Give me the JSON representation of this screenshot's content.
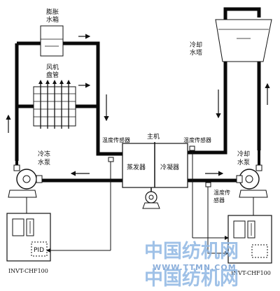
{
  "labels": {
    "expansion_tank": [
      "膨胀",
      "水箱"
    ],
    "fan_coil": [
      "风机",
      "盘管"
    ],
    "cooling_tower": [
      "冷却",
      "水塔"
    ],
    "chilled_pump": [
      "冷冻",
      "水泵"
    ],
    "cooling_pump": [
      "冷却",
      "水泵"
    ],
    "temp_sensor_left": "温度传感器",
    "temp_sensor_right": "温度传感器",
    "temp_sensor_bottom": [
      "温度传",
      "感器"
    ],
    "host": "主机",
    "evaporator": "蒸发器",
    "condenser": "冷凝器",
    "pid": "PID",
    "vfd_left_model": "INVT-CHF100",
    "vfd_right_model": "INVT-CHF100"
  },
  "watermark": {
    "text": "中国纺机网",
    "url": "WWW.TTMN.COM"
  },
  "colors": {
    "pipe": "#0a0a0a",
    "watermark": "#8fb7e3"
  }
}
